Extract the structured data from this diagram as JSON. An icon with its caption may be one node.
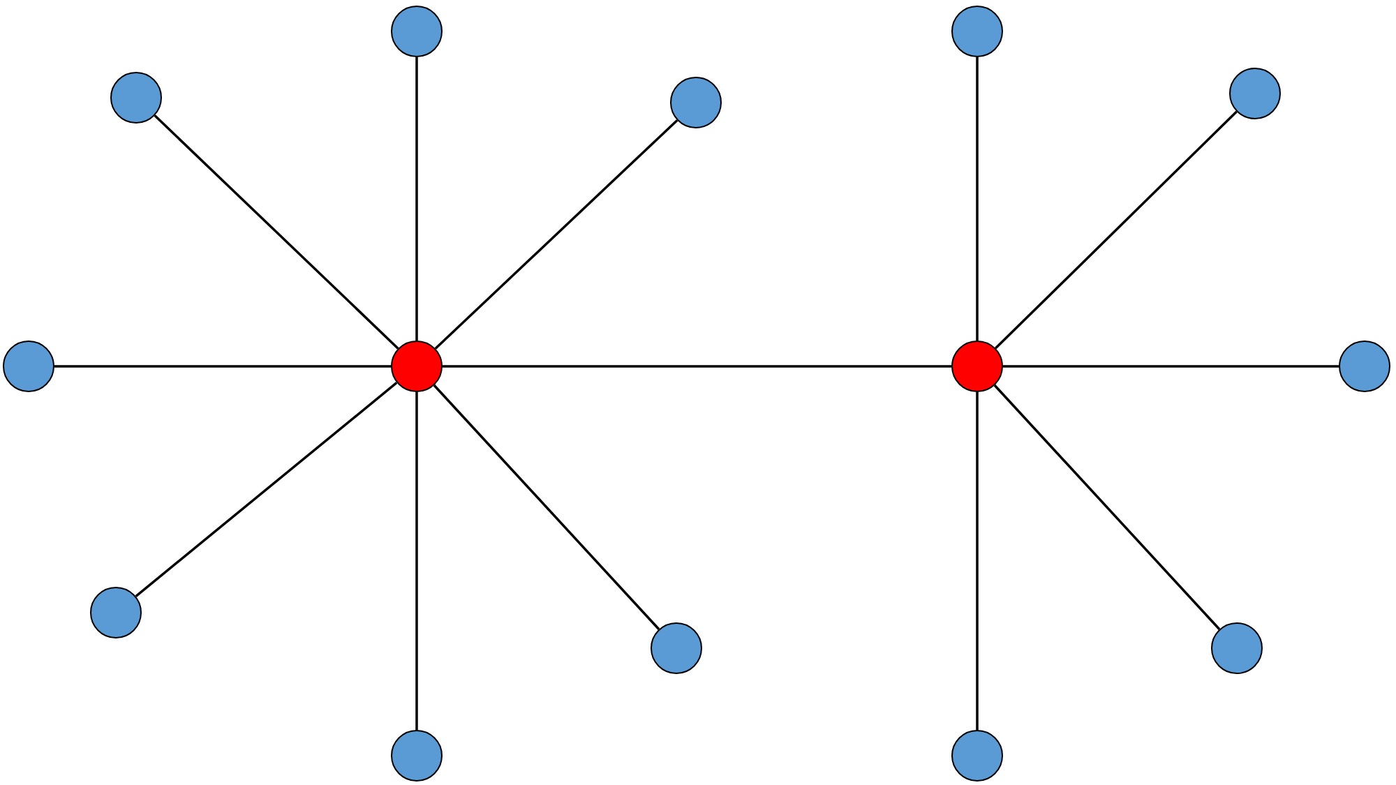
{
  "diagram": {
    "nodes": [
      {
        "text": [],
        "shape": "circle"
      },
      {
        "text": [],
        "shape": "circle"
      },
      {
        "text": [],
        "shape": "circle"
      },
      {
        "text": [],
        "shape": "circle"
      },
      {
        "text": [],
        "shape": "circle"
      },
      {
        "text": [],
        "shape": "circle"
      },
      {
        "text": [],
        "shape": "circle"
      },
      {
        "text": [],
        "shape": "circle"
      },
      {
        "text": [],
        "shape": "circle"
      },
      {
        "text": [],
        "shape": "circle"
      },
      {
        "text": [],
        "shape": "circle"
      },
      {
        "text": [],
        "shape": "circle"
      },
      {
        "text": [],
        "shape": "circle"
      },
      {
        "text": [],
        "shape": "circle"
      }
    ],
    "edges": [
      {
        "from": 6,
        "to": 0,
        "arrow": "none"
      },
      {
        "from": 6,
        "to": 3,
        "arrow": "none"
      },
      {
        "from": 6,
        "to": 4,
        "arrow": "none"
      },
      {
        "from": 6,
        "to": 5,
        "arrow": "none"
      },
      {
        "from": 6,
        "to": 9,
        "arrow": "none"
      },
      {
        "from": 6,
        "to": 10,
        "arrow": "none"
      },
      {
        "from": 6,
        "to": 12,
        "arrow": "none"
      },
      {
        "from": 6,
        "to": 7,
        "arrow": "none"
      },
      {
        "from": 7,
        "to": 1,
        "arrow": "none"
      },
      {
        "from": 7,
        "to": 2,
        "arrow": "none"
      },
      {
        "from": 7,
        "to": 8,
        "arrow": "none"
      },
      {
        "from": 7,
        "to": 11,
        "arrow": "none"
      },
      {
        "from": 7,
        "to": 13,
        "arrow": "none"
      }
    ]
  }
}
